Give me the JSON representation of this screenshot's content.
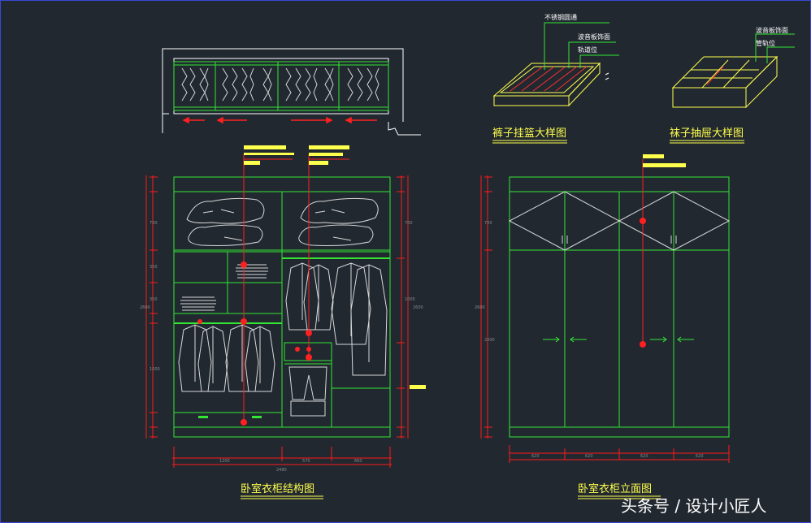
{
  "colors": {
    "background": "#212830",
    "structure": "#33e633",
    "sketch": "#d8d8d8",
    "title": "#ffff4d",
    "marker": "#ff2020",
    "annotation": "#ffffff",
    "dimension": "#ff1a1a"
  },
  "titles": {
    "structure_drawing": "卧室衣柜结构图",
    "elevation_drawing": "卧室衣柜立面图",
    "trouser_basket_detail": "裤子挂篮大样图",
    "sock_drawer_detail": "袜子抽屉大样图"
  },
  "trouser_basket_labels": [
    "不锈钢圆通",
    "波音板饰面",
    "轨道位"
  ],
  "sock_drawer_labels": [
    "波音板饰面",
    "管轨位"
  ],
  "watermark": "头条号 / 设计小匠人"
}
